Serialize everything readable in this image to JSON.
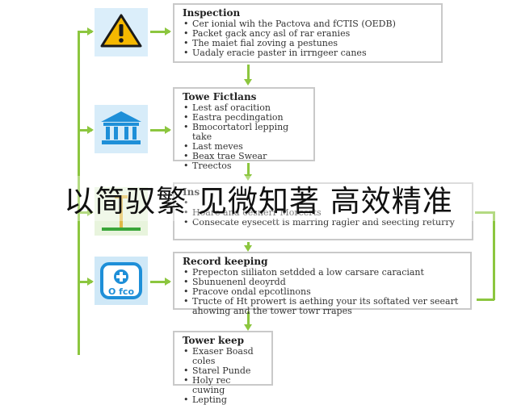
{
  "icons": {
    "warning": "warning-icon",
    "building": "building-icon",
    "plant": "plant-icon",
    "add": "add-icon"
  },
  "icon_text": {
    "add_label": "O fco"
  },
  "colors": {
    "connector": "#8cc63f",
    "warning": "#f5b800",
    "blue": "#1e8fd8"
  },
  "steps": [
    {
      "title": "Inspection",
      "items": [
        "Cer ionial wih the Pactova and fCTIS (OEDB)",
        "Packet gack ancy asl of rar eranies",
        "The maiet fial zoving a pestunes",
        "Uadaly eracie paster in irrngeer canes"
      ]
    },
    {
      "title": "Towe Fictlans",
      "items": [
        "Lest asf oracition",
        "Eastra pecdingation",
        "Bmocortatorl lepping take",
        "Last meves",
        "Beax trae Swear",
        "Treectos"
      ]
    },
    {
      "title": "Ins",
      "items": [
        "",
        "Hoare and eesnerr Morcerts",
        "Consecate eysecett is marring ragler and seecting returry"
      ]
    },
    {
      "title": "Record keeping",
      "items": [
        "Prepecton siiliaton setdded a low carsare caraciant",
        "Sbunuenenl deoyrdd",
        "Pracove ondal epcotlinons",
        "Tructe of Ht prowert is aething your its softated ver seeart ahowing and the tower towr rrapes"
      ]
    },
    {
      "title": "Tower keep",
      "items": [
        "Exaser Boasd coles",
        "Starel Punde",
        "Holy rec cuwing",
        "Lepting"
      ]
    }
  ],
  "overlay_text": "以简驭繁 见微知著 高效精准"
}
